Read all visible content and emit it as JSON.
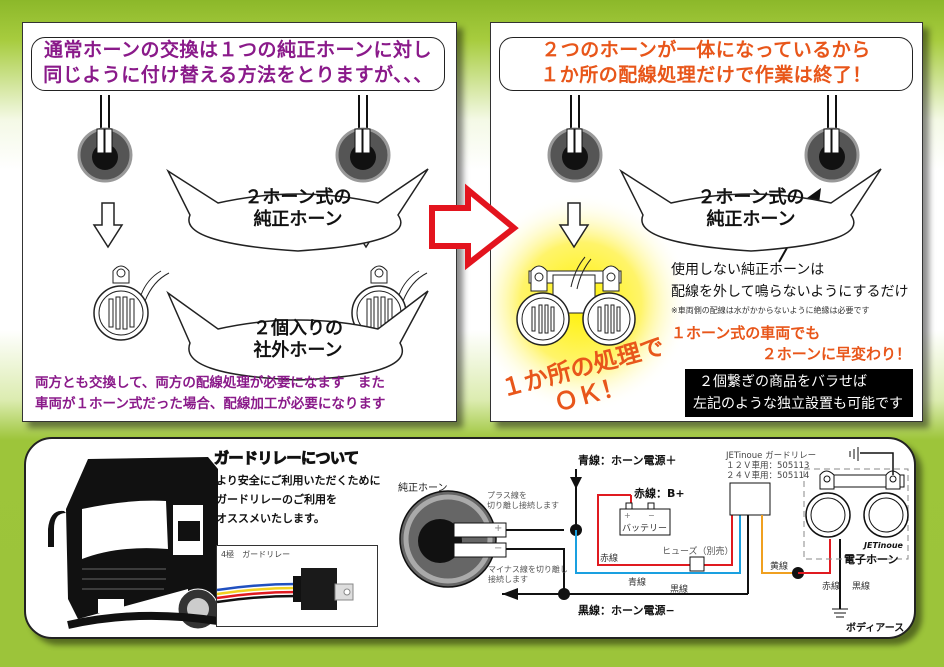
{
  "left_panel": {
    "headline": [
      "通常ホーンの交換は１つの純正ホーンに対し",
      "同じように付け替える方法をとりますが、、、"
    ],
    "bubble_top": [
      "２ホーン式の",
      "純正ホーン"
    ],
    "bubble_bottom": [
      "２個入りの",
      "社外ホーン"
    ],
    "footer": [
      "両方とも交換して、両方の配線処理が必要になます　また",
      "車両が１ホーン式だった場合、配線加工が必要になります"
    ],
    "colors": {
      "headline": "#8a1a8a",
      "footer": "#8a1a8a"
    }
  },
  "right_panel": {
    "headline": [
      "２つのホーンが一体になっているから",
      "１か所の配線処理だけで作業は終了！"
    ],
    "bubble": [
      "２ホーン式の",
      "純正ホーン"
    ],
    "burst_text": [
      "１か所の処理で",
      "ＯＫ！"
    ],
    "note_main": [
      "使用しない純正ホーンは",
      "配線を外して鳴らないようにするだけ"
    ],
    "note_small": "※車両側の配線は水がかからないように絶縁は必要です",
    "highlight": [
      "１ホーン式の車両でも",
      "２ホーンに早変わり！"
    ],
    "black_box": [
      "２個繋ぎの商品をバラせば",
      "左記のような独立設置も可能です"
    ],
    "colors": {
      "headline": "#e8561a",
      "highlight": "#e8561a"
    }
  },
  "arrow": {
    "color": "#e3141e"
  },
  "bottom_panel": {
    "relay_title": "ガードリレーについて",
    "relay_text": [
      "より安全にご利用いただくために",
      "ガードリレーのご利用を",
      "オススメいたします。"
    ],
    "relay_photo_caption": "4極　ガードリレー",
    "diagram": {
      "stock_horn_label": "純正ホーン",
      "plus_sign": "+",
      "minus_sign": "−",
      "plus_note": [
        "プラス線を",
        "切り離し接続します"
      ],
      "minus_note": [
        "マイナス線を切り離し",
        "接続します"
      ],
      "blue_wire_top": "青線：ホーン電源＋",
      "black_wire_bottom": "黒線：ホーン電源−",
      "red_wire_label": "赤線：B+",
      "battery_label": "バッテリー",
      "battery_plus": "+",
      "battery_minus": "−",
      "red_label": "赤線",
      "blue_label": "青線",
      "black_label": "黒線",
      "fuse_label": "ヒューズ（別売）",
      "relay_name": "JETinoue ガードリレー",
      "relay_12v": "１２Ｖ車用：505113",
      "relay_24v": "２４Ｖ車用：505114",
      "yellow_label": "黄線",
      "red_label_2": "赤線",
      "black_label_2": "黒線",
      "brand": "JETinoue",
      "electronic_horn": "電子ホーン",
      "body_earth": "ボディアース"
    }
  }
}
